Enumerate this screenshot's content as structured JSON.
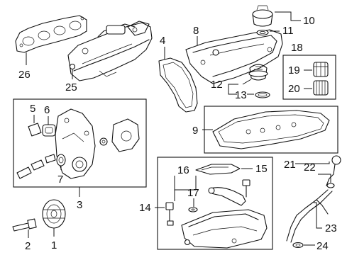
{
  "diagram": {
    "callouts": {
      "c1": "1",
      "c2": "2",
      "c3": "3",
      "c4": "4",
      "c5": "5",
      "c6": "6",
      "c7": "7",
      "c8": "8",
      "c9": "9",
      "c10": "10",
      "c11": "11",
      "c12": "12",
      "c13": "13",
      "c14": "14",
      "c15": "15",
      "c16": "16",
      "c17": "17",
      "c18": "18",
      "c19": "19",
      "c20": "20",
      "c21": "21",
      "c22": "22",
      "c23": "23",
      "c24": "24",
      "c25": "25",
      "c26": "26"
    }
  }
}
